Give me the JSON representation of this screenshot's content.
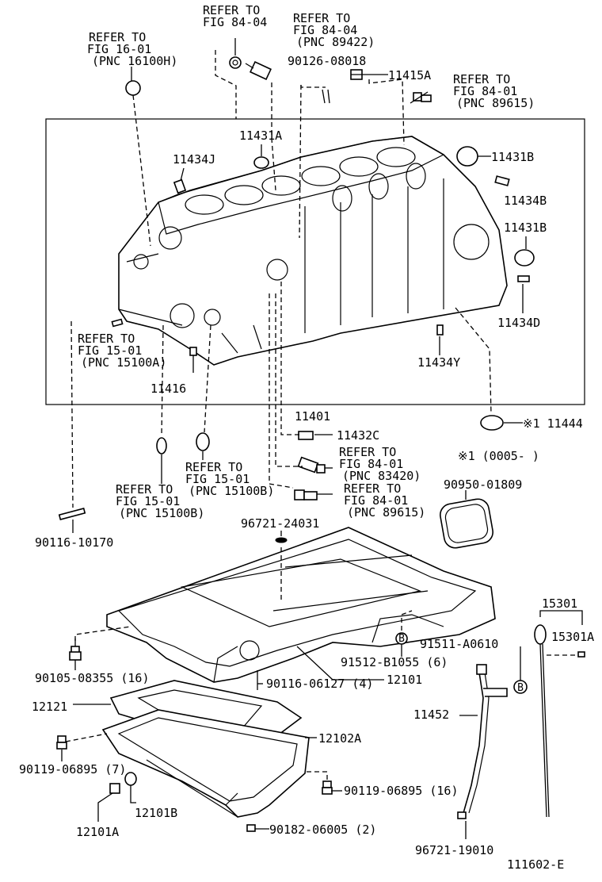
{
  "title_code": "111602-E",
  "labels": {
    "refer_16_01": [
      "REFER TO",
      "FIG 16-01",
      "(PNC 16100H)"
    ],
    "refer_84_04_a": [
      "REFER TO",
      "FIG 84-04"
    ],
    "refer_84_04_b": [
      "REFER TO",
      "FIG 84-04",
      "(PNC 89422)"
    ],
    "p90126": "90126-08018",
    "p11415A": "11415A",
    "refer_84_01_a": [
      "REFER TO",
      "FIG 84-01",
      "(PNC 89615)"
    ],
    "p11431A": "11431A",
    "p11434J": "11434J",
    "p11431B_top": "11431B",
    "p11434B": "11434B",
    "p11431B_mid": "11431B",
    "p11434D": "11434D",
    "refer_15_01_a": [
      "REFER TO",
      "FIG 15-01",
      "(PNC 15100A)"
    ],
    "p11434Y": "11434Y",
    "p11416": "11416",
    "p11401": "11401",
    "p11444": "※1 11444",
    "p11432C": "11432C",
    "note_0005": "※1 (0005-     )",
    "refer_84_01_b": [
      "REFER TO",
      "FIG 84-01",
      "(PNC 83420)"
    ],
    "refer_15_01_b": [
      "REFER TO",
      "FIG 15-01",
      "(PNC 15100B)"
    ],
    "refer_84_01_c": [
      "REFER TO",
      "FIG 84-01",
      "(PNC 89615)"
    ],
    "p90950": "90950-01809",
    "refer_15_01_c": [
      "REFER TO",
      "FIG 15-01",
      "(PNC 15100B)"
    ],
    "p90116_10170": "90116-10170",
    "p96721_24031": "96721-24031",
    "p15301": "15301",
    "p15301A": "15301A",
    "p91511": "91511-A0610",
    "p91512": "91512-B1055 (6)",
    "p90105": "90105-08355 (16)",
    "p90116_06127": "90116-06127 (4)",
    "p12101": "12101",
    "p12121": "12121",
    "p11452": "11452",
    "p12102A": "12102A",
    "p90119_a": "90119-06895 (7)",
    "p90119_b": "90119-06895 (16)",
    "p12101B": "12101B",
    "p12101A": "12101A",
    "p90182": "90182-06005 (2)",
    "p96721_19010": "96721-19010",
    "callout_letter": "B"
  }
}
